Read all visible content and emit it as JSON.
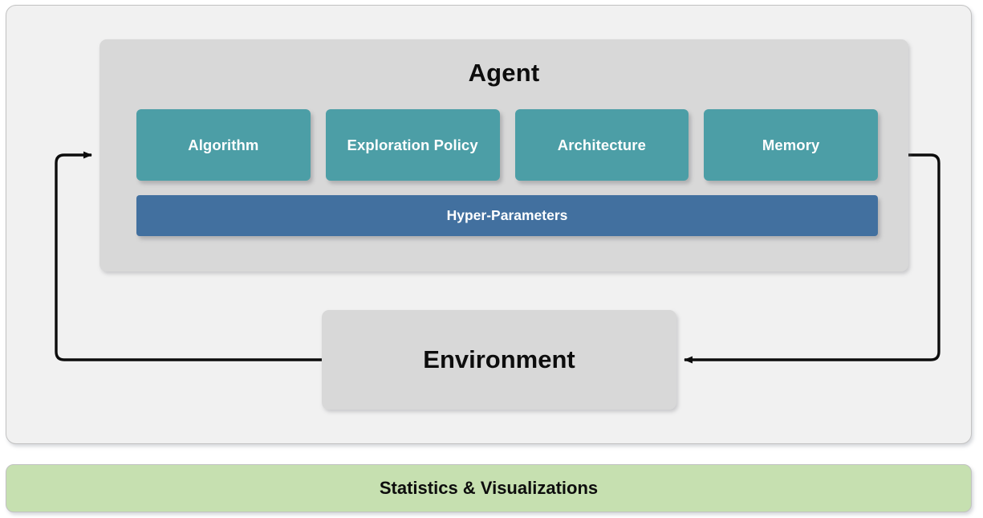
{
  "diagram": {
    "agent": {
      "title": "Agent",
      "components": [
        {
          "label": "Algorithm"
        },
        {
          "label": "Exploration Policy"
        },
        {
          "label": "Architecture"
        },
        {
          "label": "Memory"
        }
      ],
      "hyper_parameters_label": "Hyper-Parameters"
    },
    "environment": {
      "label": "Environment"
    },
    "statistics_banner": {
      "label": "Statistics & Visualizations"
    },
    "colors": {
      "component_teal": "#4C9EA6",
      "hyper_blue": "#42709F",
      "panel_gray": "#D8D8D8",
      "system_background": "#F1F1F1",
      "banner_green": "#C6E0B0",
      "border_gray": "#C2C2C2",
      "arrow_black": "#0d0d0d"
    }
  }
}
